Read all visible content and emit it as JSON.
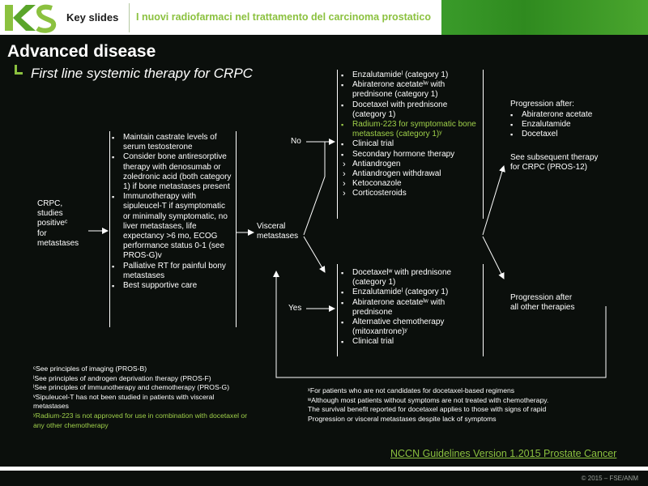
{
  "header": {
    "logo_text": "KS",
    "key_slides": "Key slides",
    "title": "I nuovi radiofarmaci nel trattamento del carcinoma prostatico"
  },
  "page_title": "Advanced disease",
  "subtitle": "First line systemic therapy for CRPC",
  "crpc": [
    "CRPC,",
    "studies",
    "positiveᶜ",
    "for",
    "metastases"
  ],
  "options": [
    "Maintain castrate levels of serum testosterone",
    "Consider bone antiresorptive therapy with denosumab or zoledronic acid (both category 1) if bone metastases present",
    "Immunotherapy with sipuleucel-T if asymptomatic or minimally symptomatic, no liver metastases, life expectancy >6 mo, ECOG performance status 0-1 (see PROS-G)v",
    "Palliative RT for painful bony metastases",
    "Best supportive care"
  ],
  "visceral": [
    "Visceral",
    "metastases"
  ],
  "no_label": "No",
  "yes_label": "Yes",
  "no_branch": {
    "items": [
      "Enzalutamideˡ (category 1)",
      "Abiraterone acetateˡʷ with prednisone (category 1)",
      "Docetaxel with prednisone (category 1)"
    ],
    "green_item": "Radium-223 for symptomatic bone metastases (category 1)ʸ",
    "items2": [
      "Clinical trial",
      "Secondary hormone therapy"
    ],
    "sub_items": [
      "Antiandrogen",
      "Antiandrogen withdrawal",
      "Ketoconazole",
      "Corticosteroids"
    ]
  },
  "yes_branch": {
    "items": [
      "Docetaxelʷ with prednisone (category 1)",
      "Enzalutamideˡ (category 1)",
      "Abiraterone acetateˡʷ with prednisone",
      "Alternative chemotherapy (mitoxantrone)ʸ",
      "Clinical trial"
    ]
  },
  "progression_after": {
    "heading": "Progression after:",
    "items": [
      "Abiraterone acetate",
      "Enzalutamide",
      "Docetaxel"
    ],
    "note_lines": [
      "See subsequent therapy",
      "for CRPC (PROS-12)"
    ]
  },
  "progression_all": [
    "Progression after",
    "all other therapies"
  ],
  "footnotes_left": [
    {
      "text": "ᶜSee principles of imaging (PROS-B)",
      "green": false
    },
    {
      "text": "ˡSee principles of androgen deprivation therapy (PROS-F)",
      "green": false
    },
    {
      "text": "ˡSee principles of immunotherapy and chemotherapy (PROS-G)",
      "green": false
    },
    {
      "text": "ᵛSipuleucel-T has not been studied in patients with visceral",
      "green": false
    },
    {
      "text": "metastases",
      "green": false
    },
    {
      "text": "ʸRadium-223 is not approved for use in combination with docetaxel or",
      "green": true
    },
    {
      "text": "any other chemotherapy",
      "green": true
    }
  ],
  "footnotes_right": [
    "ˣFor patients who are not candidates for docetaxel-based regimens",
    "ʷAlthough most patients without symptoms are not treated with chemotherapy.",
    "The survival benefit reported for docetaxel applies to those with signs of rapid",
    "Progression or visceral metastases despite lack of symptoms"
  ],
  "nccn": "NCCN Guidelines Version 1.2015 Prostate Cancer",
  "copyright": "© 2015 – FSE/ANM",
  "colors": {
    "accent_green": "#8bc13f",
    "bright_green": "#9fd04a",
    "background": "#0b0f0c"
  }
}
